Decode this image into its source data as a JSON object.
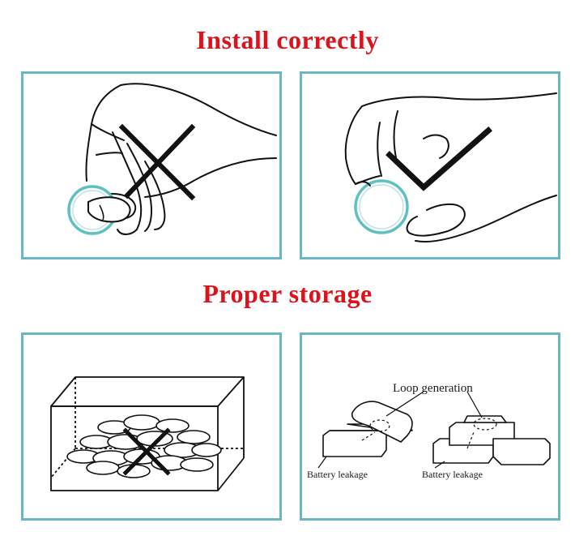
{
  "titles": {
    "install": "Install correctly",
    "storage": "Proper storage"
  },
  "panels": [
    {
      "id": "wrong-grip",
      "mark": "cross-icon"
    },
    {
      "id": "correct-grip",
      "mark": "checkmark-icon"
    },
    {
      "id": "loose-storage",
      "mark": "cross-icon"
    },
    {
      "id": "short-circuit",
      "labels": {
        "loop": "Loop generation",
        "leak_left": "Battery leakage",
        "leak_right": "Battery leakage"
      }
    }
  ],
  "colors": {
    "title": "#d9141c",
    "frame": "#6ab7c2",
    "battery_ring": "#5fc0c2",
    "ink": "#111111"
  }
}
